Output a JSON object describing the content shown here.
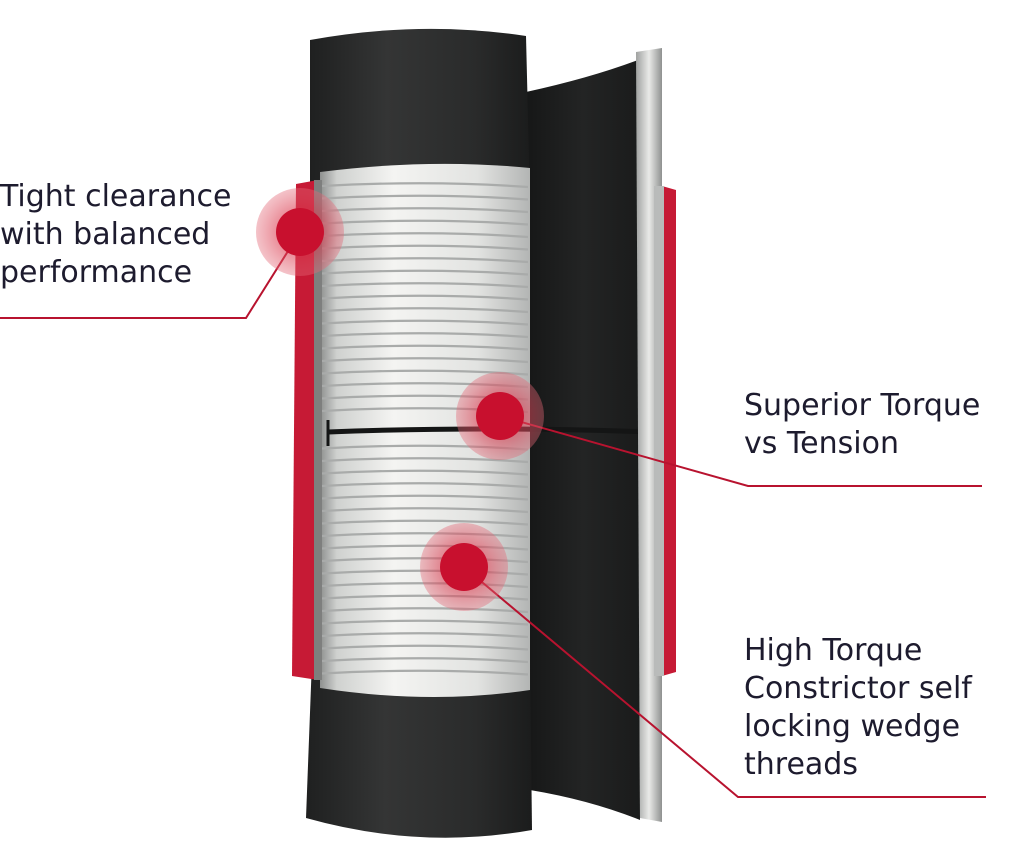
{
  "colors": {
    "accent": "#c8102e",
    "accent_glow": "#d9394c",
    "leader_line": "#b8132f",
    "pipe_dark": "#2a2b2b",
    "pipe_edge": "#1c1d1d",
    "thread_light": "#ececea",
    "thread_shadow": "#a9abaa",
    "coupling_seal": "#c61a35",
    "text": "#1d1b2e"
  },
  "callouts": [
    {
      "id": "clearance",
      "lines": [
        "Tight clearance",
        "with balanced",
        "performance"
      ]
    },
    {
      "id": "torque-tension",
      "lines": [
        "Superior Torque",
        "vs Tension"
      ]
    },
    {
      "id": "wedge-threads",
      "lines": [
        "High Torque",
        "Constrictor self",
        "locking wedge",
        "threads"
      ]
    }
  ]
}
